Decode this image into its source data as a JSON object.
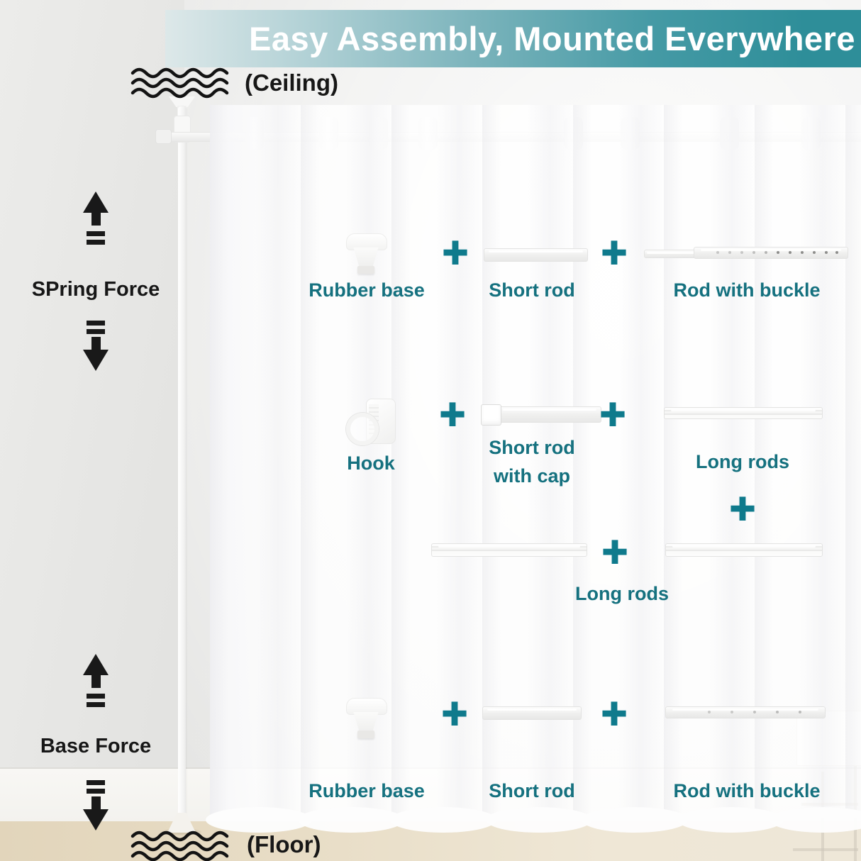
{
  "header": {
    "title": "Easy Assembly, Mounted Everywhere"
  },
  "scene": {
    "ceiling_label": "(Ceiling)",
    "floor_label": "(Floor)",
    "spring_force_label": "SPring Force",
    "base_force_label": "Base Force"
  },
  "symbols": {
    "plus": "+"
  },
  "colors": {
    "banner_teal": "#2e8e99",
    "banner_light": "#dde8e9",
    "label_teal": "#15717f",
    "plus_teal": "#0f7a8c",
    "annotation_black": "#171717",
    "wall_gray": "#e3e3e1",
    "floor_beige": "#e6dac2"
  },
  "assembly": {
    "row1": {
      "item1": "Rubber base",
      "item2": "Short rod",
      "item3": "Rod with buckle"
    },
    "row2": {
      "item1": "Hook",
      "item2_line1": "Short rod",
      "item2_line2": "with cap",
      "item3": "Long rods"
    },
    "row3": {
      "label": "Long rods"
    },
    "row4": {
      "item1": "Rubber base",
      "item2": "Short rod",
      "item3": "Rod with buckle"
    }
  }
}
